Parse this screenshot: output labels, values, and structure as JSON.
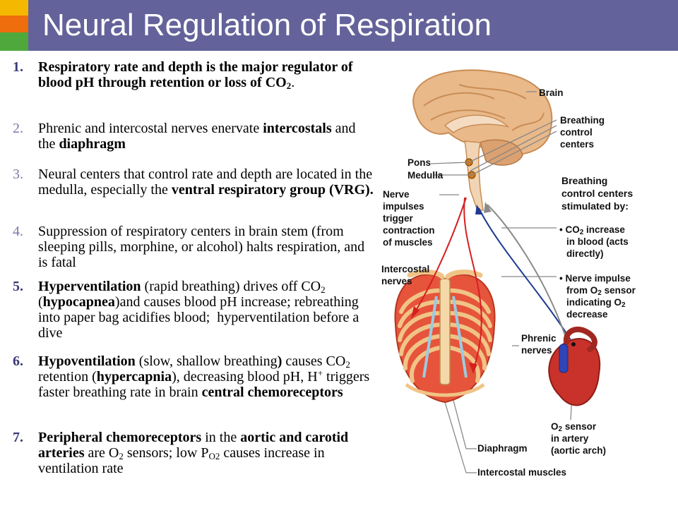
{
  "slide": {
    "title": "Neural Regulation of Respiration",
    "points": [
      {
        "number": "1.",
        "emphasis": "dark",
        "runs": [
          {
            "t": "Respiratory rate and depth is the major regulator of blood pH through retention or loss of CO",
            "b": true
          },
          {
            "t": "2",
            "b": true,
            "sub": true
          },
          {
            "t": ".",
            "b": false
          }
        ]
      },
      {
        "number": "2.",
        "emphasis": "light",
        "runs": [
          {
            "t": "Phrenic and intercostal nerves enervate ",
            "b": false
          },
          {
            "t": "intercostals",
            "b": true
          },
          {
            "t": " and the ",
            "b": false
          },
          {
            "t": "diaphragm",
            "b": true
          }
        ]
      },
      {
        "number": "3.",
        "emphasis": "light",
        "runs": [
          {
            "t": "Neural centers that control rate and depth are located in the medulla, especially the ",
            "b": false
          },
          {
            "t": "ventral respiratory group (VRG).",
            "b": true
          }
        ]
      },
      {
        "number": "4.",
        "emphasis": "light",
        "runs": [
          {
            "t": "Suppression of respiratory centers in brain stem (from sleeping pills, morphine, or alcohol) halts respiration, and is fatal",
            "b": false
          }
        ]
      },
      {
        "number": "5.",
        "emphasis": "dark",
        "runs": [
          {
            "t": "Hyperventilation",
            "b": true
          },
          {
            "t": " (rapid breathing) drives off CO",
            "b": false
          },
          {
            "t": "2",
            "b": false,
            "sub": true
          },
          {
            "t": " (",
            "b": false
          },
          {
            "t": "hypocapnea",
            "b": true
          },
          {
            "t": ")and causes blood pH increase; rebreathing into paper bag acidifies blood;  hyperventilation before a dive",
            "b": false
          }
        ]
      },
      {
        "number": "6.",
        "emphasis": "dark",
        "runs": [
          {
            "t": "Hypoventilation",
            "b": true
          },
          {
            "t": " (slow, shallow breathing",
            "b": false
          },
          {
            "t": ")",
            "b": true
          },
          {
            "t": " causes CO",
            "b": false
          },
          {
            "t": "2",
            "b": false,
            "sub": true
          },
          {
            "t": " retention (",
            "b": false
          },
          {
            "t": "hypercapnia",
            "b": true
          },
          {
            "t": "), decreasing blood pH, H",
            "b": false
          },
          {
            "t": "+",
            "b": false,
            "sup": true
          },
          {
            "t": " triggers faster breathing rate in brain ",
            "b": false
          },
          {
            "t": "central chemoreceptors",
            "b": true
          }
        ]
      },
      {
        "number": "7.",
        "emphasis": "dark",
        "runs": [
          {
            "t": "Peripheral chemoreceptors",
            "b": true
          },
          {
            "t": " in the ",
            "b": false
          },
          {
            "t": "aortic and carotid arteries",
            "b": true
          },
          {
            "t": " are O",
            "b": false
          },
          {
            "t": "2",
            "b": false,
            "sub": true
          },
          {
            "t": " sensors; low P",
            "b": false
          },
          {
            "t": "O2",
            "b": false,
            "sub": true
          },
          {
            "t": " causes increase in ventilation rate",
            "b": false
          }
        ]
      }
    ]
  },
  "diagram": {
    "labels": {
      "brain": "Brain",
      "breathing_centers": [
        "Breathing",
        "control",
        "centers"
      ],
      "pons": "Pons",
      "medulla": "Medulla",
      "nerve_impulses": [
        "Nerve",
        "impulses",
        "trigger",
        "contraction",
        "of muscles"
      ],
      "stimulated_by": [
        "Breathing",
        "control centers",
        "stimulated by:"
      ],
      "co2_line1_prefix": "• CO",
      "co2_line1_sub": "2",
      "co2_line1_suffix": " increase",
      "co2_rest": [
        "in blood (acts",
        "directly)"
      ],
      "o2_line1": "• Nerve impulse",
      "o2_line2_prefix": "from O",
      "o2_line2_sub": "2",
      "o2_line2_suffix": " sensor",
      "o2_line3_prefix": "indicating O",
      "o2_line3_sub": "2",
      "o2_line4": "decrease",
      "intercostal_nerves": [
        "Intercostal",
        "nerves"
      ],
      "phrenic_nerves": [
        "Phrenic",
        "nerves"
      ],
      "o2_sensor_prefix": "O",
      "o2_sensor_sub": "2",
      "o2_sensor_suffix": " sensor",
      "o2_sensor_rest": [
        "in artery",
        "(aortic arch)"
      ],
      "diaphragm": "Diaphragm",
      "intercostal_muscles": "Intercostal muscles"
    },
    "colors": {
      "motor_nerve": "#d42020",
      "sensory_o2": "#1f3a93",
      "co2_path": "#8a8a8a",
      "brain_tissue": "#e9b98a",
      "rib": "#f0c486",
      "intercostal_muscle": "#e6543c",
      "cartilage": "#9ccbe0",
      "heart": "#c8322a"
    }
  }
}
